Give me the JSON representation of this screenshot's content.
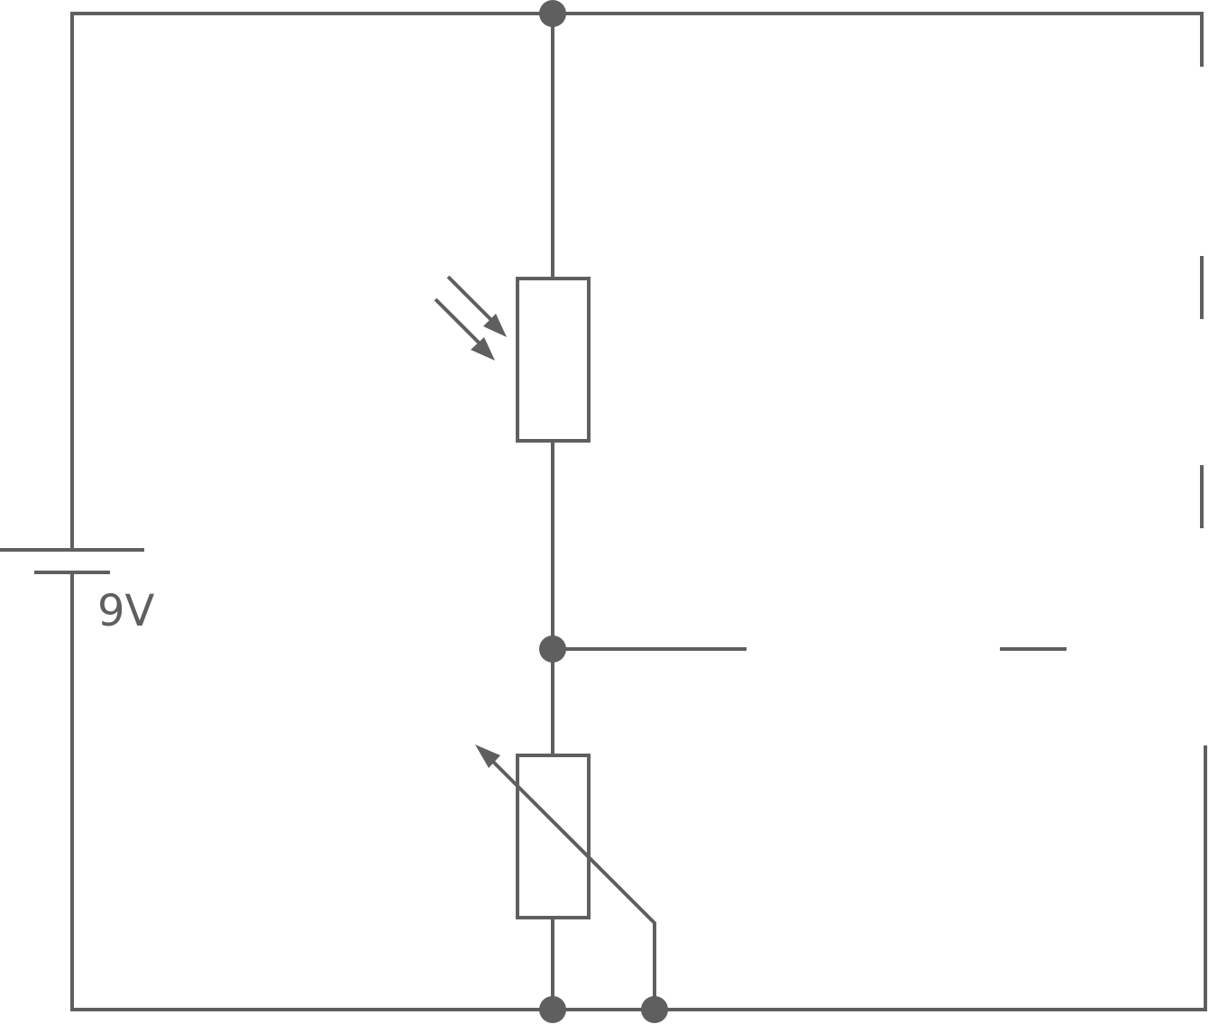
{
  "diagram": {
    "type": "circuit-schematic",
    "battery": {
      "label": "9V"
    },
    "components": [
      "battery",
      "light-dependent-resistor",
      "variable-resistor"
    ],
    "colors": {
      "line": "#5f5f5f",
      "background": "#ffffff"
    }
  }
}
